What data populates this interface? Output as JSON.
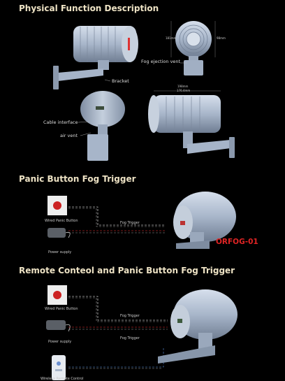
{
  "headings": {
    "physical": "Physical Function Description",
    "panic": "Panic Button Fog Trigger",
    "remote": "Remote Conteol and Panic Button Fog Trigger"
  },
  "physical": {
    "fog_vent": "Fog ejection vent",
    "bracket": "Bracket",
    "cable": "Cable interface",
    "air_vent": "air vent",
    "dim_top": "198mm",
    "dim_mid": "176.4mm",
    "dim_side": "181mm",
    "dim_side2": "98mm"
  },
  "panic_section": {
    "wired_button": "Wired Panic Button",
    "power": "Power supply",
    "fog_trigger": "Fog Trigger",
    "model": "ORFOG-01"
  },
  "remote_section": {
    "wired_button": "Wired Panic Button",
    "power": "Power supply",
    "fog_trigger_1": "Fog Trigger",
    "fog_trigger_2": "Fog Trigger",
    "remote_control": "Wireless Remote Control"
  },
  "colors": {
    "heading": "#ede2c4",
    "body": "#a6b5c8",
    "accent_red": "#e02424"
  }
}
